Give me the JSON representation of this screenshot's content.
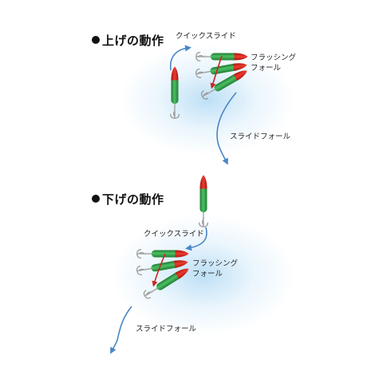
{
  "sections": [
    {
      "heading": "上げの動作",
      "quick_slide": "クイックスライド",
      "flashing_line1": "フラッシング",
      "flashing_line2": "フォール",
      "slide_fall": "スライドフォール"
    },
    {
      "heading": "下げの動作",
      "quick_slide": "クイックスライド",
      "flashing_line1": "フラッシング",
      "flashing_line2": "フォール",
      "slide_fall": "スライドフォール"
    }
  ],
  "colors": {
    "lure_body": "#2f9e48",
    "lure_head": "#d4241f",
    "hook": "#9a9a9a",
    "motion_arrow": "#4a86c5",
    "flashing_arrow": "#c8261f",
    "glow": "#bfe0f5"
  },
  "icons": [
    "jig-lure-icon",
    "treble-hook-icon",
    "motion-arrow-icon"
  ]
}
